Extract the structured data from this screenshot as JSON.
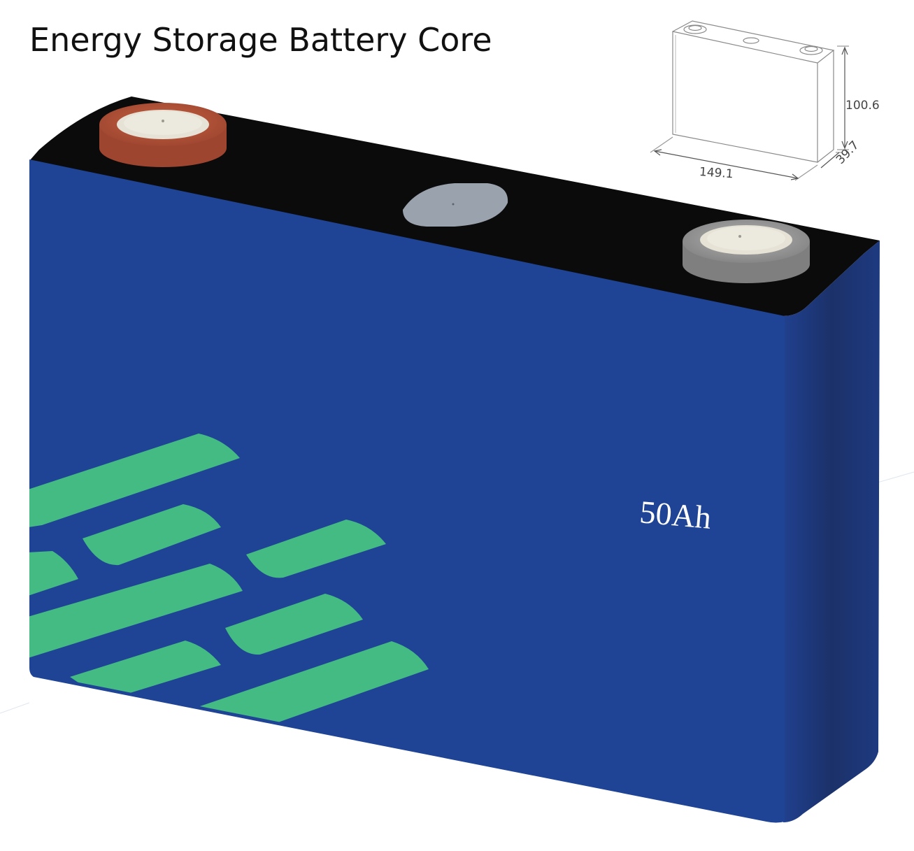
{
  "title": "Energy Storage Battery Core",
  "cell": {
    "capacity_label": "50Ah"
  },
  "dimensions": {
    "height": "100.6",
    "length": "149.1",
    "depth": "39.7"
  },
  "colors": {
    "case_blue": "#1f4496",
    "case_side": "#1b3169",
    "top_black": "#0b0b0b",
    "stripe_green": "#43bb82",
    "positive_terminal": "#b4553a",
    "negative_terminal": "#9a9a9a",
    "vent": "#9aa3ad"
  }
}
